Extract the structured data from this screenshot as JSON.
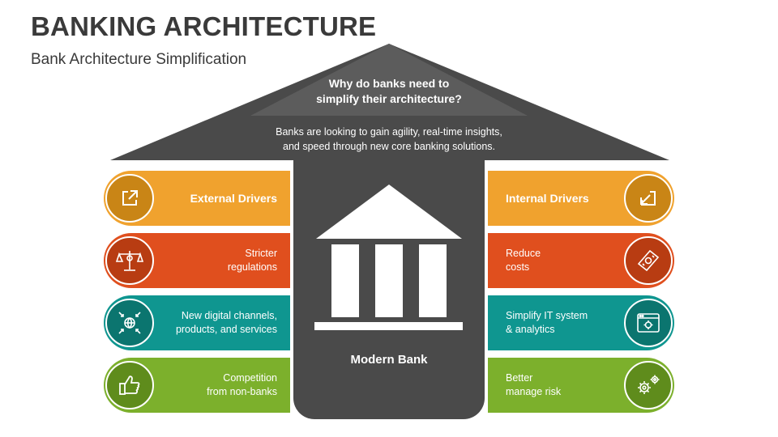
{
  "header": {
    "title": "BANKING ARCHITECTURE",
    "subtitle": "Bank Architecture Simplification"
  },
  "roof": {
    "question_line1": "Why do banks need to",
    "question_line2": "simplify their architecture?",
    "answer_line1": "Banks are looking to gain agility, real-time insights,",
    "answer_line2": "and speed through new core banking solutions."
  },
  "center": {
    "label": "Modern Bank",
    "icon": "bank-building-icon"
  },
  "left_column": [
    {
      "line1": "External Drivers",
      "line2": "",
      "icon": "external-link-icon",
      "color": "#f0a22e"
    },
    {
      "line1": "Stricter",
      "line2": "regulations",
      "icon": "scales-icon",
      "color": "#e04f1e"
    },
    {
      "line1": "New digital channels,",
      "line2": "products, and services",
      "icon": "globe-arrows-icon",
      "color": "#0f9690"
    },
    {
      "line1": "Competition",
      "line2": "from non-banks",
      "icon": "thumbs-up-icon",
      "color": "#7cb02c"
    }
  ],
  "right_column": [
    {
      "line1": "Internal Drivers",
      "line2": "",
      "icon": "internal-arrow-icon",
      "color": "#f0a22e"
    },
    {
      "line1": "Reduce",
      "line2": "costs",
      "icon": "money-bill-icon",
      "color": "#e04f1e"
    },
    {
      "line1": "Simplify IT system",
      "line2": "& analytics",
      "icon": "browser-gear-icon",
      "color": "#0f9690"
    },
    {
      "line1": "Better",
      "line2": "manage risk",
      "icon": "gears-icon",
      "color": "#7cb02c"
    }
  ],
  "colors": {
    "roof_light": "#5a5a5a",
    "roof_dark": "#4a4a4a",
    "pillar": "#4a4a4a"
  }
}
